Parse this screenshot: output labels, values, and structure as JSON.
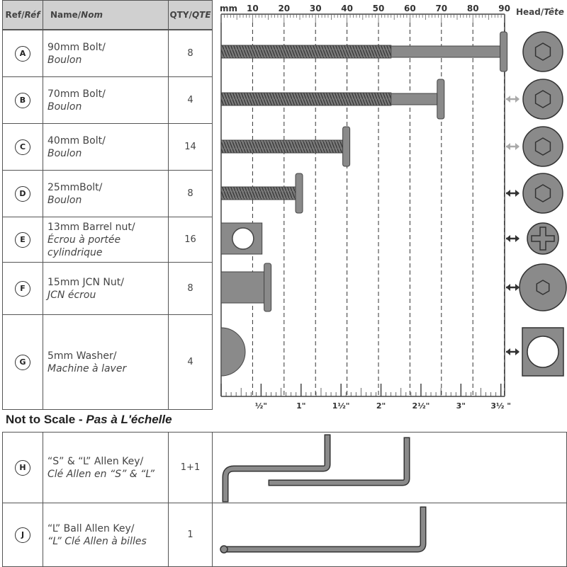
{
  "header": {
    "ref": "Ref/",
    "ref_it": "Réf",
    "name": "Name/",
    "name_it": "Nom",
    "qty": "QTY/",
    "qty_it": "QTE",
    "head": "Head/",
    "head_it": "Tête"
  },
  "ruler": {
    "unit": "mm",
    "mm_labels": [
      "10",
      "20",
      "30",
      "40",
      "50",
      "60",
      "70",
      "80",
      "90"
    ],
    "inch_labels": [
      "½\"",
      "1\"",
      "1½\"",
      "2\"",
      "2½\"",
      "3\"",
      "3½ \""
    ]
  },
  "parts": [
    {
      "ref": "A",
      "name": "90mm Bolt/",
      "name_it": "Boulon",
      "qty": "8",
      "length_mm": 90
    },
    {
      "ref": "B",
      "name": "70mm Bolt/",
      "name_it": "Boulon",
      "qty": "4",
      "length_mm": 70
    },
    {
      "ref": "C",
      "name": "40mm Bolt/",
      "name_it": "Boulon",
      "qty": "14",
      "length_mm": 40
    },
    {
      "ref": "D",
      "name": "25mmBolt/",
      "name_it": "Boulon",
      "qty": "8",
      "length_mm": 25
    },
    {
      "ref": "E",
      "name": "13mm Barrel nut/",
      "name_it": "Écrou à portée cylindrique",
      "qty": "16",
      "length_mm": 13
    },
    {
      "ref": "F",
      "name": "15mm JCN Nut/",
      "name_it": "JCN écrou",
      "qty": "8",
      "length_mm": 15
    },
    {
      "ref": "G",
      "name": "5mm Washer/",
      "name_it": "Machine à laver",
      "qty": "4",
      "length_mm": 5
    }
  ],
  "not_to_scale": {
    "title": "Not to Scale - ",
    "title_it": "Pas à L'échelle"
  },
  "keys": [
    {
      "ref": "H",
      "name": "“S” & “L” Allen Key/",
      "name_it": "Clé Allen en “S” & “L”",
      "qty": "1+1"
    },
    {
      "ref": "J",
      "name": "“L” Ball Allen Key/",
      "name_it": "“L” Clé Allen à billes",
      "qty": "1"
    }
  ],
  "colors": {
    "metal": "#8a8a8a",
    "metal_dark": "#444444",
    "header_bg": "#d0d0d0"
  }
}
